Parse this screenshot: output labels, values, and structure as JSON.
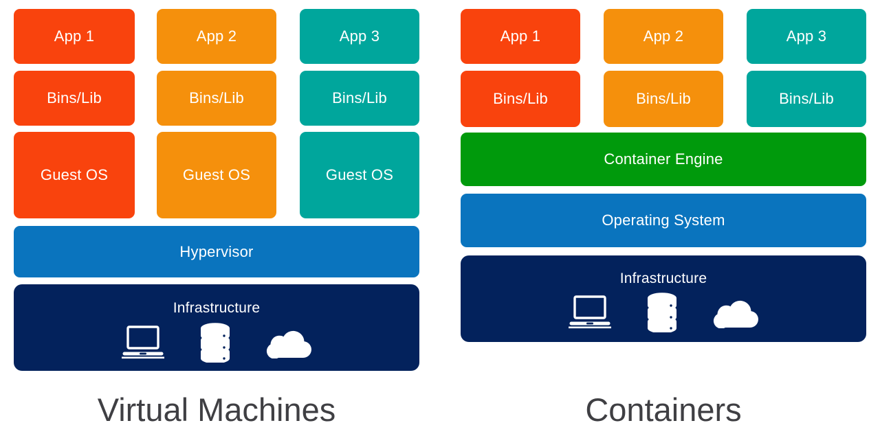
{
  "colors": {
    "app_red": "#f9430d",
    "app_orange": "#f5900c",
    "app_teal": "#00a69c",
    "hypervisor_blue": "#0a74be",
    "os_blue": "#0a74be",
    "container_engine_green": "#009a0c",
    "infrastructure_navy": "#03225c",
    "caption_gray": "#3f3f43",
    "background": "#ffffff",
    "box_text": "#ffffff"
  },
  "panels": [
    {
      "id": "virtual-machines",
      "caption": "Virtual Machines",
      "columns": [
        {
          "accent": "#f9430d",
          "layers": [
            "App 1",
            "Bins/Lib",
            "Guest OS"
          ]
        },
        {
          "accent": "#f5900c",
          "layers": [
            "App 2",
            "Bins/Lib",
            "Guest OS"
          ]
        },
        {
          "accent": "#00a69c",
          "layers": [
            "App 3",
            "Bins/Lib",
            "Guest OS"
          ]
        }
      ],
      "full_width_bars": [
        {
          "label": "Hypervisor",
          "color": "#0a74be"
        }
      ],
      "infrastructure": {
        "label": "Infrastructure",
        "color": "#03225c",
        "icons": [
          "laptop-icon",
          "database-icon",
          "cloud-icon"
        ]
      }
    },
    {
      "id": "containers",
      "caption": "Containers",
      "columns": [
        {
          "accent": "#f9430d",
          "layers": [
            "App 1",
            "Bins/Lib"
          ]
        },
        {
          "accent": "#f5900c",
          "layers": [
            "App 2",
            "Bins/Lib"
          ]
        },
        {
          "accent": "#00a69c",
          "layers": [
            "App 3",
            "Bins/Lib"
          ]
        }
      ],
      "full_width_bars": [
        {
          "label": "Container Engine",
          "color": "#009a0c"
        },
        {
          "label": "Operating System",
          "color": "#0a74be"
        }
      ],
      "infrastructure": {
        "label": "Infrastructure",
        "color": "#03225c",
        "icons": [
          "laptop-icon",
          "database-icon",
          "cloud-icon"
        ]
      }
    }
  ]
}
